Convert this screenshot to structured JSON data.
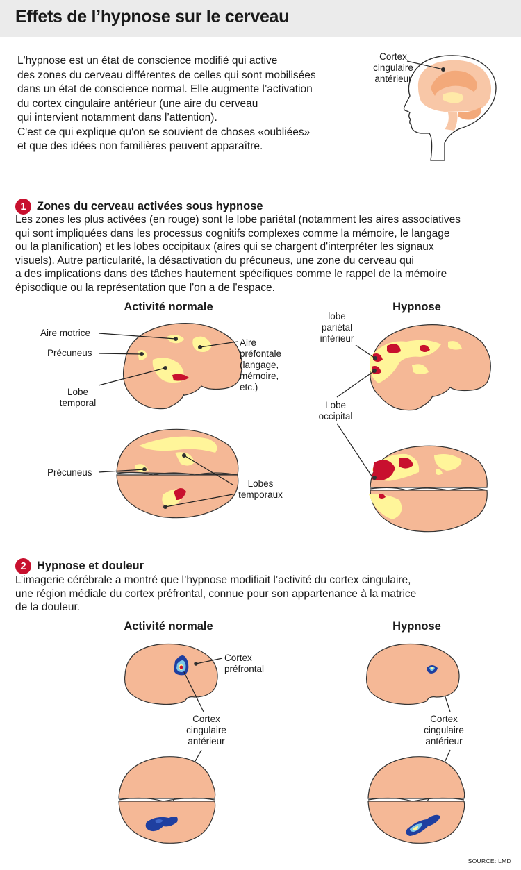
{
  "title": "Effets de l’hypnose sur le cerveau",
  "intro": [
    "L'hypnose est un état de conscience modifié qui active",
    "des zones du cerveau différentes de celles qui sont mobilisées",
    "dans un état de conscience normal. Elle augmente l’activation",
    "du cortex cingulaire antérieur (une aire du cerveau",
    "qui intervient notamment dans l’attention).",
    "C'est ce qui explique qu'on se souvient de choses «oubliées»",
    "et que des idées non familières peuvent apparaître."
  ],
  "head_label": [
    "Cortex",
    "cingulaire",
    "antérieur"
  ],
  "section1": {
    "number": "1",
    "title": "Zones du cerveau activées sous hypnose",
    "text": [
      "Les zones les plus activées (en rouge) sont le lobe pariétal (notamment les aires associatives",
      "qui sont impliquées dans les processus cognitifs complexes comme la mémoire, le langage",
      "ou la planification) et les lobes occipitaux (aires qui se chargent d'interpréter les signaux",
      "visuels). Autre particularité, la désactivation du précuneus, une zone du cerveau qui",
      "a des implications dans des tâches hautement spécifiques comme le rappel de la mémoire",
      "épisodique ou la représentation que l'on a de l'espace."
    ],
    "normal_title": "Activité normale",
    "hypnose_title": "Hypnose",
    "labels": {
      "aire_motrice": "Aire motrice",
      "precuneus": "Précuneus",
      "lobe_temporal": [
        "Lobe",
        "temporal"
      ],
      "aire_prefrontale": [
        "Aire",
        "préfontale",
        "(langage,",
        "mémoire,",
        "etc.)"
      ],
      "precuneus_bottom": "Précuneus",
      "lobes_temporaux": [
        "Lobes",
        "temporaux"
      ],
      "lobe_parietal": [
        "lobe",
        "pariétal",
        "inférieur"
      ],
      "lobe_occipital": [
        "Lobe",
        "occipital"
      ]
    }
  },
  "section2": {
    "number": "2",
    "title": "Hypnose et douleur",
    "text": [
      "L’imagerie cérébrale a montré que l’hypnose modifiait l’activité du cortex cingulaire,",
      "une région médiale du cortex préfrontal, connue pour son appartenance à la matrice",
      "de la douleur."
    ],
    "normal_title": "Activité normale",
    "hypnose_title": "Hypnose",
    "labels": {
      "cortex_prefrontal": [
        "Cortex",
        "préfrontal"
      ],
      "cortex_cingulaire_normal": [
        "Cortex",
        "cingulaire",
        "antérieur"
      ],
      "cortex_cingulaire_hypnose": [
        "Cortex",
        "cingulaire",
        "antérieur"
      ]
    }
  },
  "source": "SOURCE: LMD",
  "colors": {
    "brain": "#f5b896",
    "brain_outline": "#2a2a2a",
    "active_yellow": "#fff59a",
    "active_red": "#c8102e",
    "pain_blue": "#1f3fa0",
    "accent_red": "#c8102e",
    "header_bg": "#ebebeb"
  }
}
